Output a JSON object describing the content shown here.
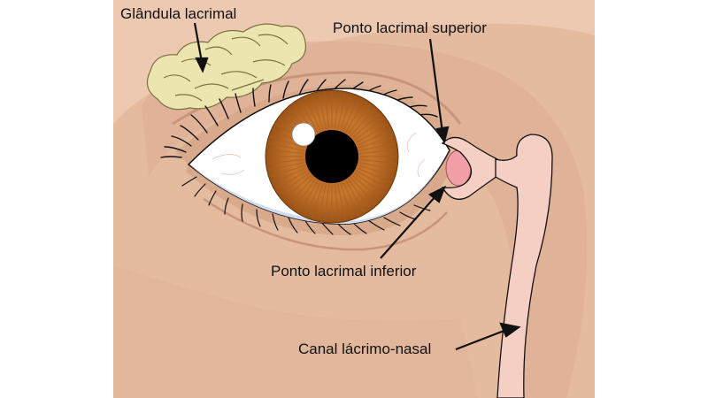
{
  "labels": {
    "lacrimal_gland": "Glândula lacrimal",
    "superior_punctum": "Ponto lacrimal superior",
    "inferior_punctum": "Ponto lacrimal inferior",
    "nasolacrimal_duct": "Canal lácrimo-nasal"
  },
  "colors": {
    "skin": "#e5bba0",
    "skin_shadow": "#d6a688",
    "skin_light": "#edc9b1",
    "gland": "#ece5b0",
    "duct": "#f6cfc4",
    "caruncle": "#f2a0a8",
    "iris": "#c8772e",
    "pupil": "#000000",
    "sclera": "#ffffff",
    "outline": "#111111"
  }
}
